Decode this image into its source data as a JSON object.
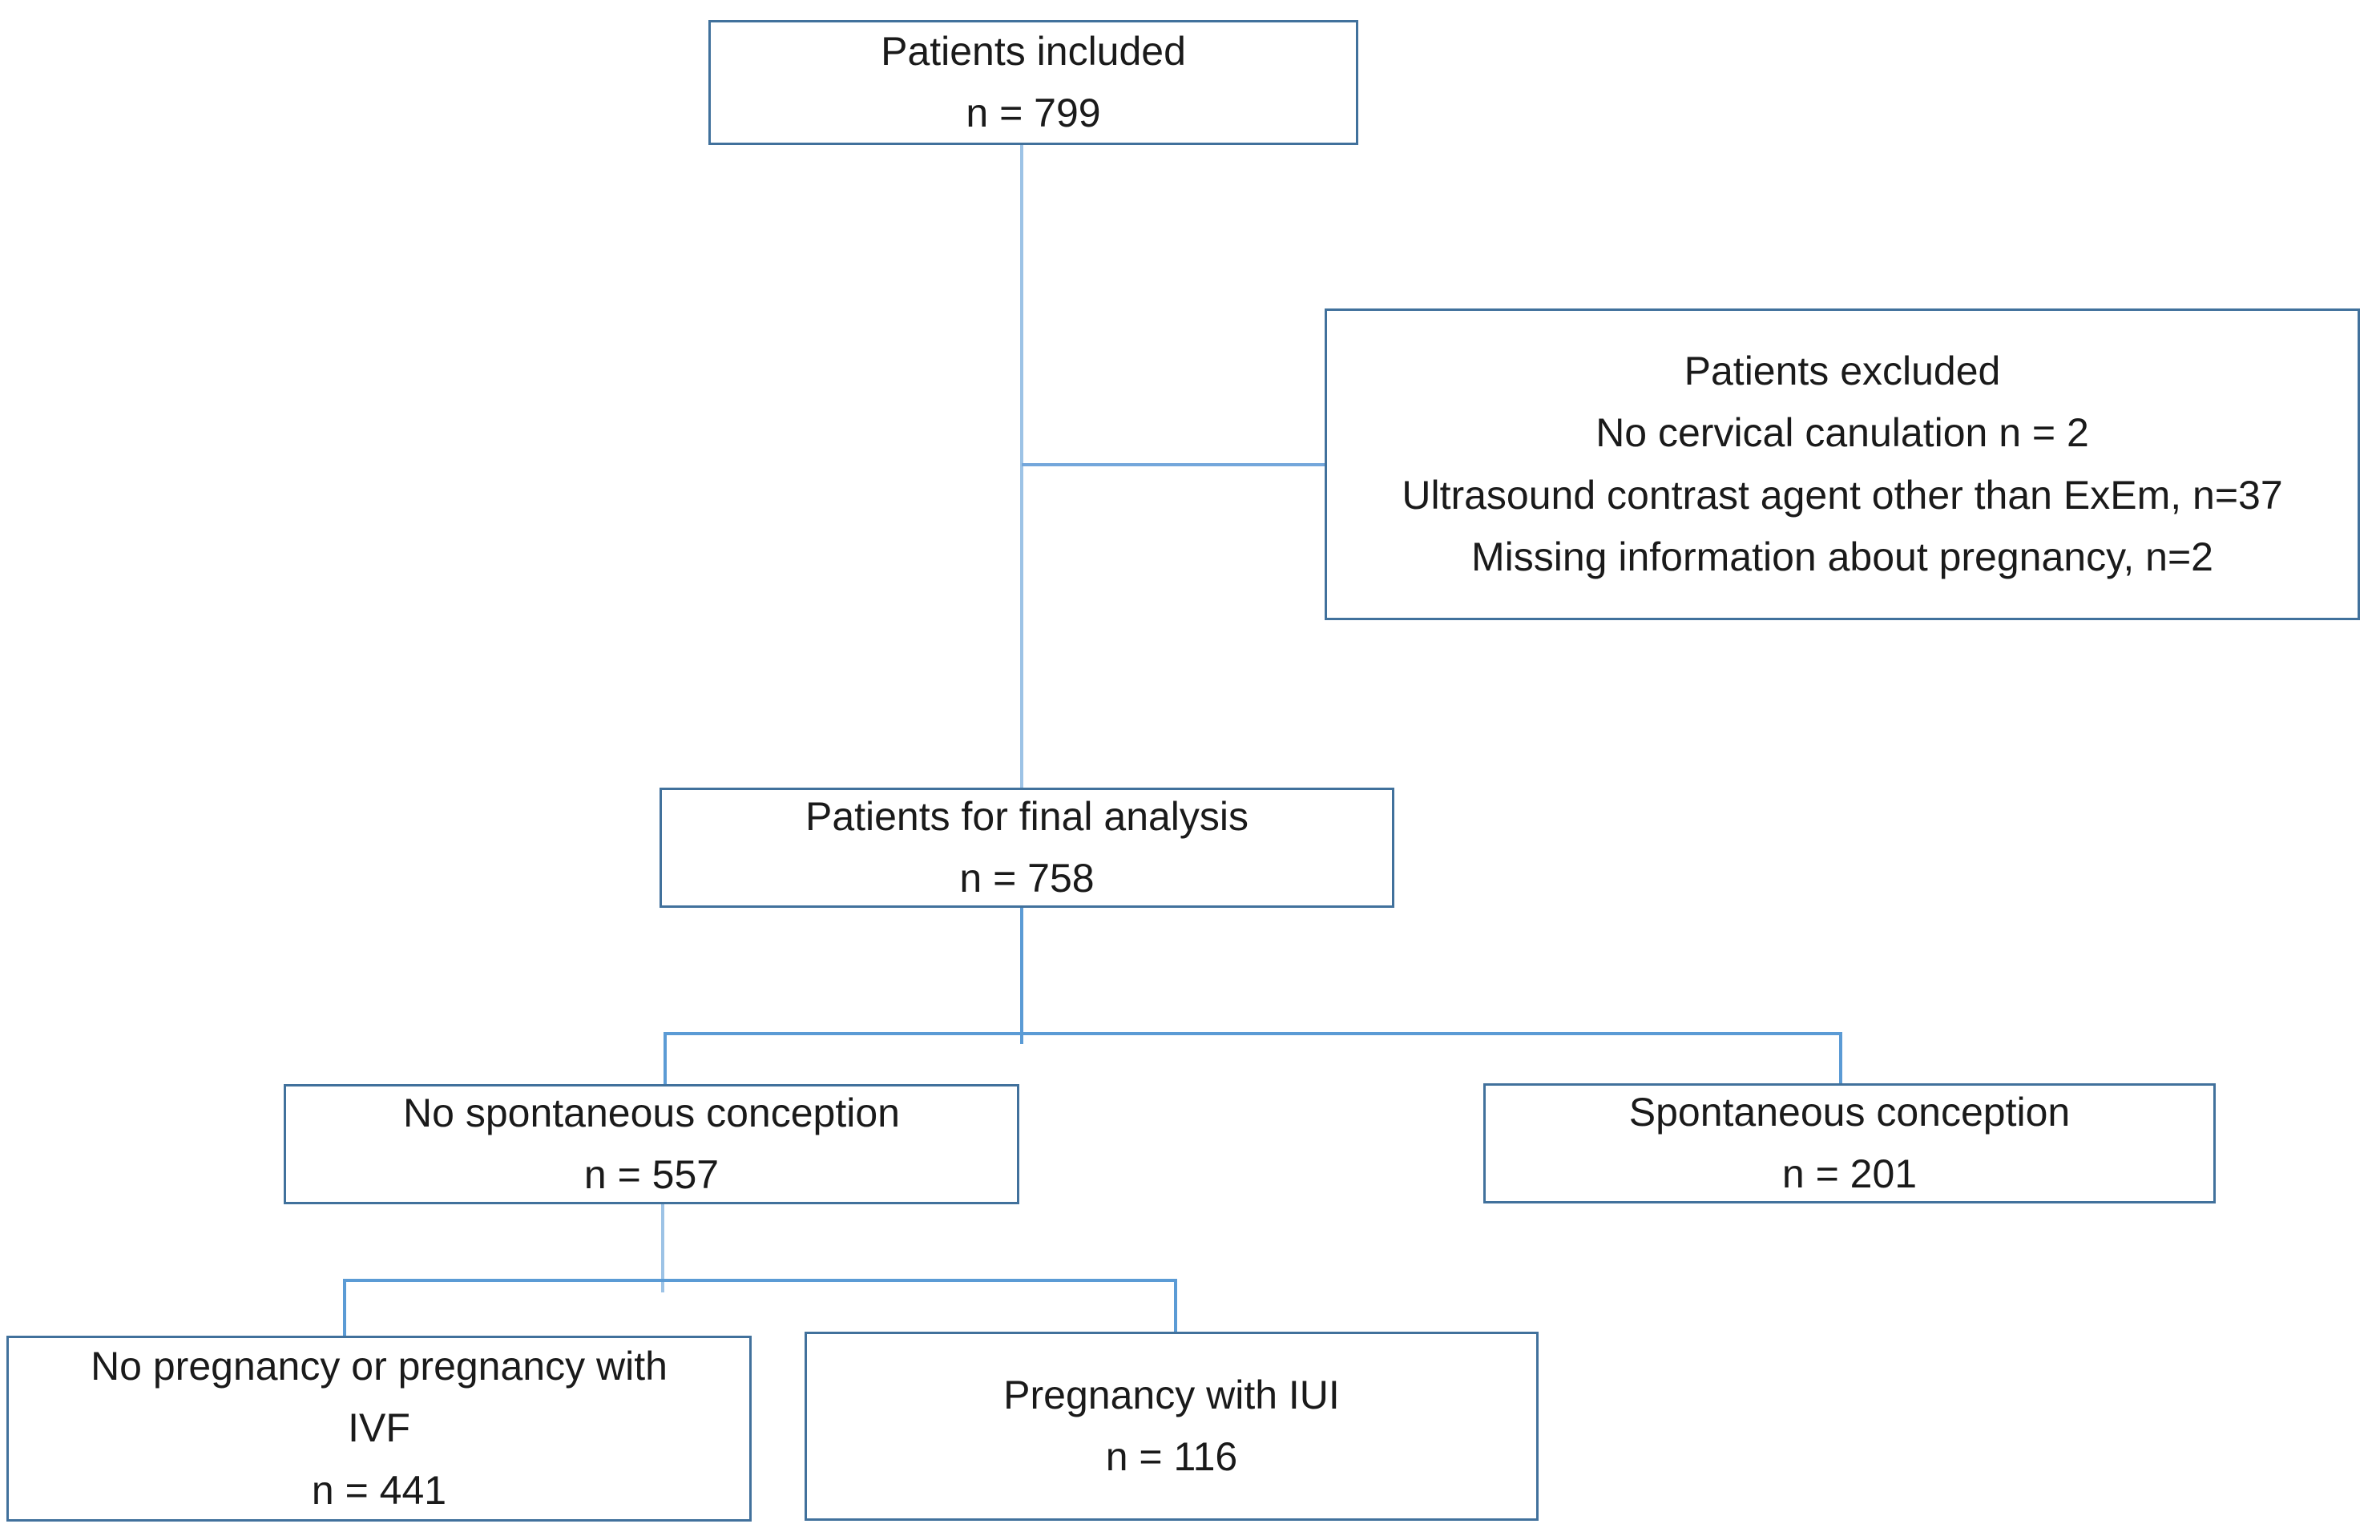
{
  "diagram": {
    "type": "flowchart",
    "colors": {
      "box_border": "#41719C",
      "connector_light": "#9DC3E6",
      "connector_medium": "#5B9BD5",
      "connector_medium_light": "#74A7DB",
      "text": "#1a1a1a",
      "background": "#ffffff"
    },
    "nodes": {
      "included": {
        "line1": "Patients included",
        "line2": "n = 799"
      },
      "excluded": {
        "line1": "Patients excluded",
        "line2": "No cervical canulation n = 2",
        "line3": "Ultrasound contrast agent other than ExEm, n=37",
        "line4": "Missing information about pregnancy, n=2"
      },
      "final_analysis": {
        "line1": "Patients for final analysis",
        "line2": "n = 758"
      },
      "no_spontaneous": {
        "line1": "No spontaneous conception",
        "line2": "n = 557"
      },
      "spontaneous": {
        "line1": "Spontaneous conception",
        "line2": "n = 201"
      },
      "ivf": {
        "line1": "No pregnancy or pregnancy with",
        "line2": "IVF",
        "line3": "n = 441"
      },
      "iui": {
        "line1": "Pregnancy with IUI",
        "line2": "n = 116"
      }
    }
  }
}
